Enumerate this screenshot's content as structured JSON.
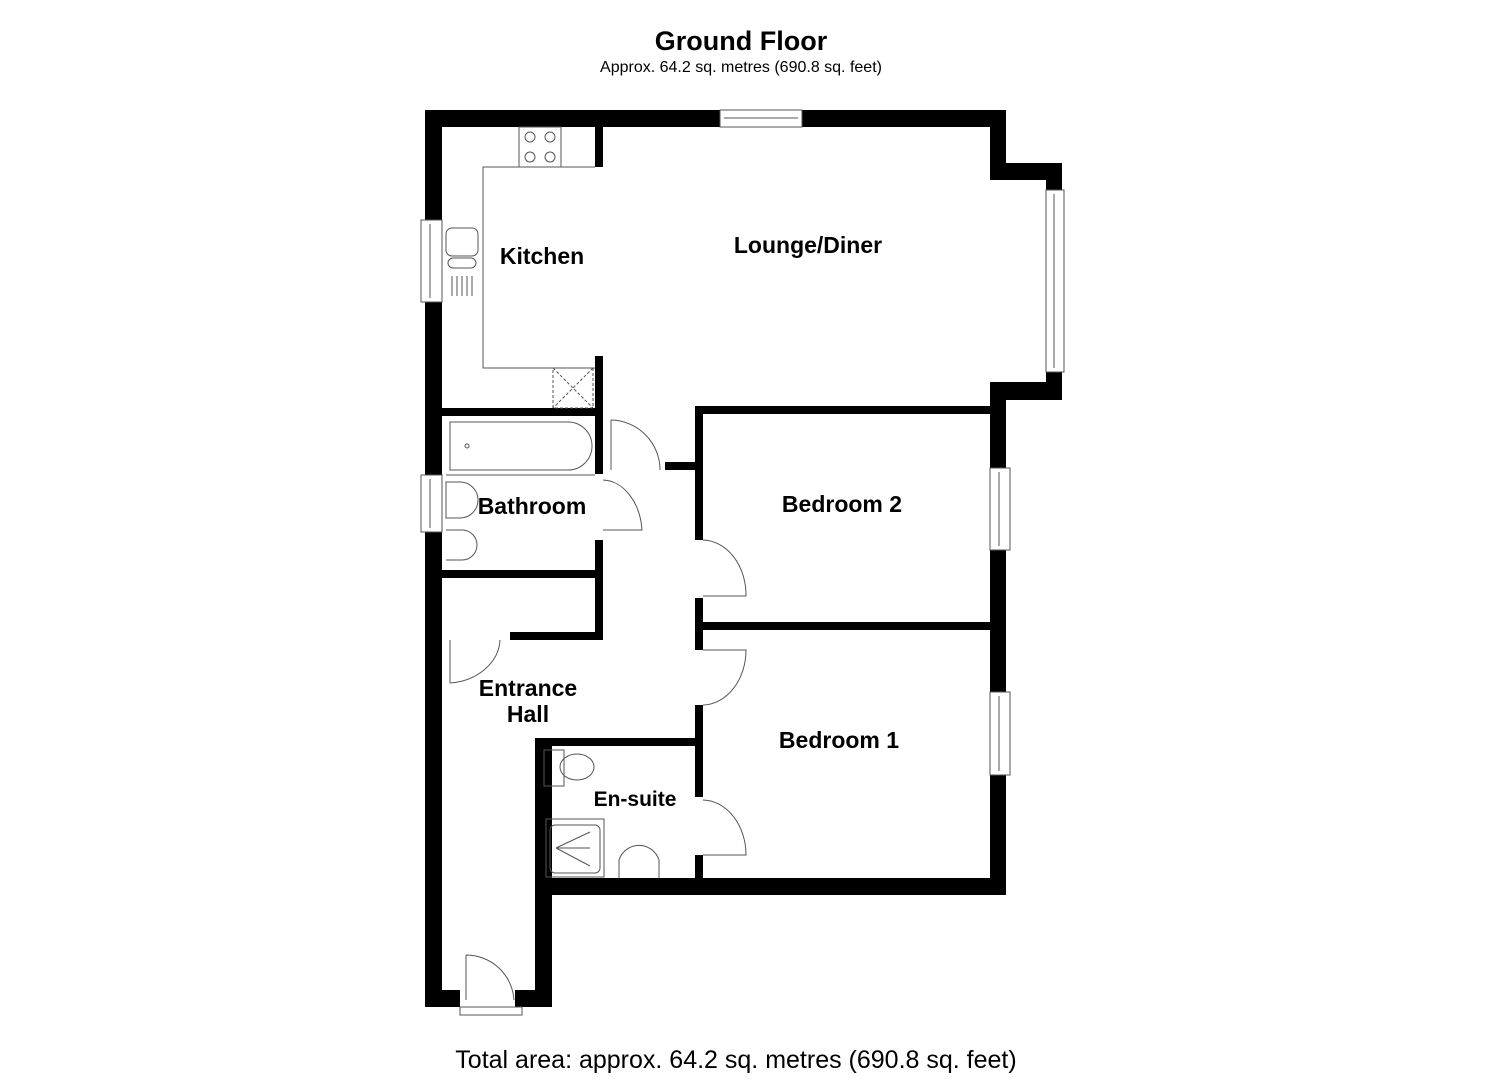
{
  "header": {
    "title": "Ground Floor",
    "subtitle": "Approx. 64.2 sq. metres (690.8 sq. feet)"
  },
  "rooms": {
    "kitchen": "Kitchen",
    "lounge": "Lounge/Diner",
    "bathroom": "Bathroom",
    "bedroom2": "Bedroom 2",
    "entrance_line1": "Entrance",
    "entrance_line2": "Hall",
    "bedroom1": "Bedroom 1",
    "ensuite": "En-suite"
  },
  "footer": {
    "total": "Total area: approx. 64.2 sq. metres (690.8 sq. feet)"
  }
}
